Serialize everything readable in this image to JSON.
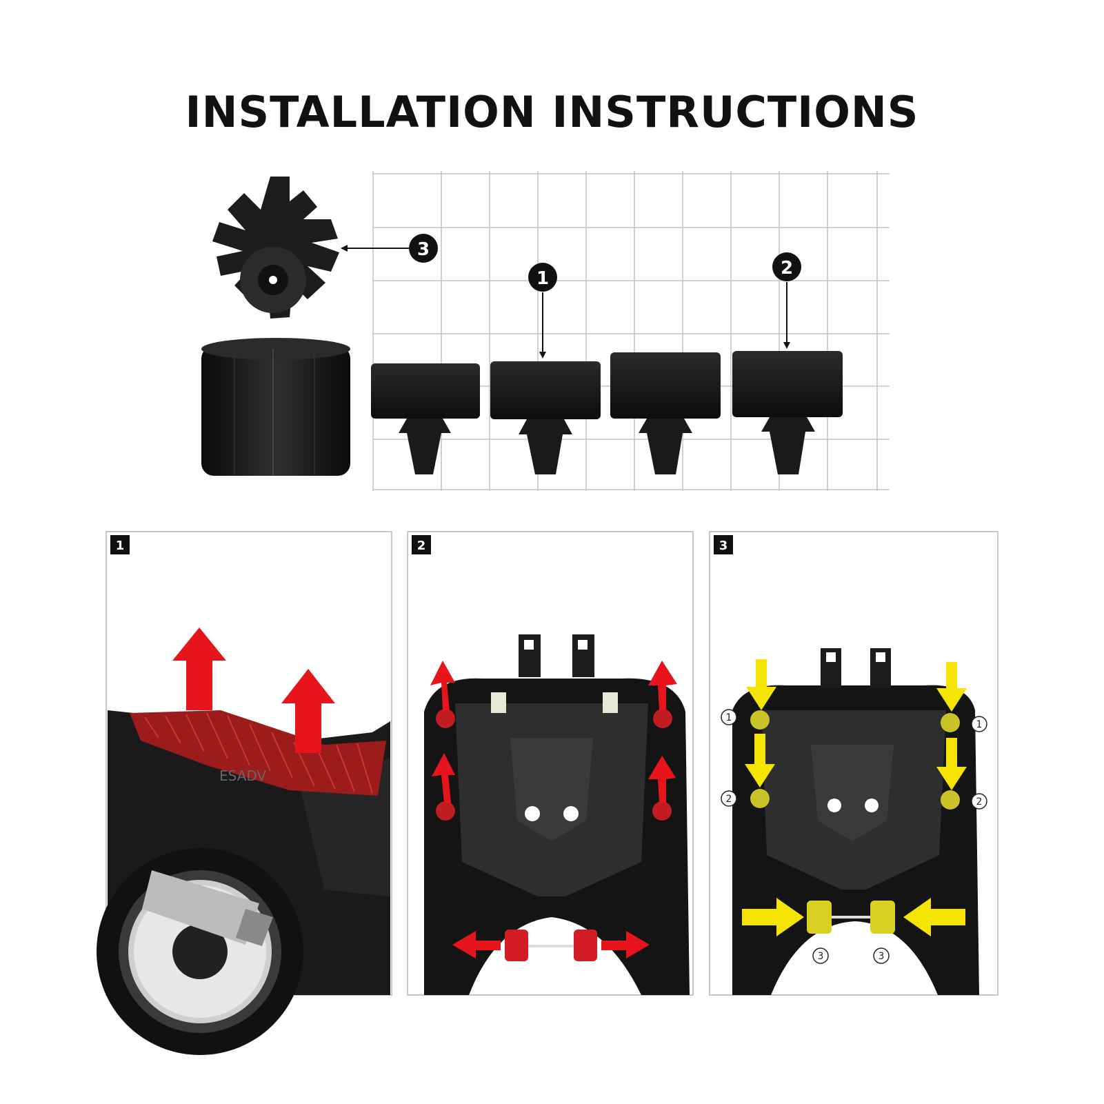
{
  "title": "INSTALLATION INSTRUCTIONS",
  "callouts": [
    "3",
    "1",
    "2"
  ],
  "steps": [
    {
      "number": "1"
    },
    {
      "number": "2"
    },
    {
      "number": "3"
    }
  ],
  "step3_labels": [
    "1",
    "1",
    "2",
    "2",
    "3",
    "3"
  ],
  "brand_mark": "ESADV",
  "colors": {
    "red_arrow": "#e8141b",
    "yellow_arrow": "#f4e400",
    "part_black": "#1c1c1c",
    "grid": "#bdbdbd"
  }
}
